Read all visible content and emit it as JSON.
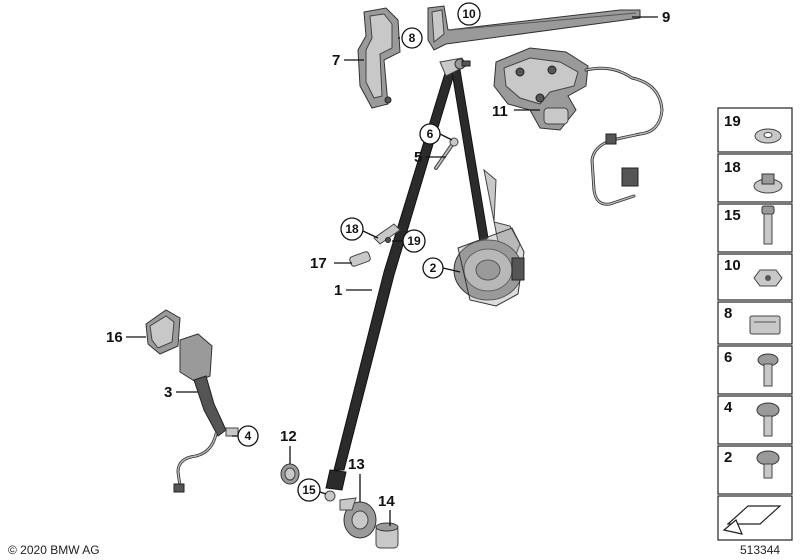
{
  "diagram": {
    "callouts": {
      "c1": "1",
      "c2": "2",
      "c3": "3",
      "c4": "4",
      "c5": "5",
      "c6": "6",
      "c7": "7",
      "c8": "8",
      "c9": "9",
      "c10": "10",
      "c11": "11",
      "c12": "12",
      "c13": "13",
      "c14": "14",
      "c15": "15",
      "c16": "16",
      "c17": "17",
      "c18": "18",
      "c19": "19"
    },
    "legend": {
      "items": [
        "19",
        "18",
        "15",
        "10",
        "8",
        "6",
        "4",
        "2"
      ]
    }
  },
  "footer": {
    "copyright": "© 2020 BMW AG",
    "diagram_number": "513344"
  }
}
